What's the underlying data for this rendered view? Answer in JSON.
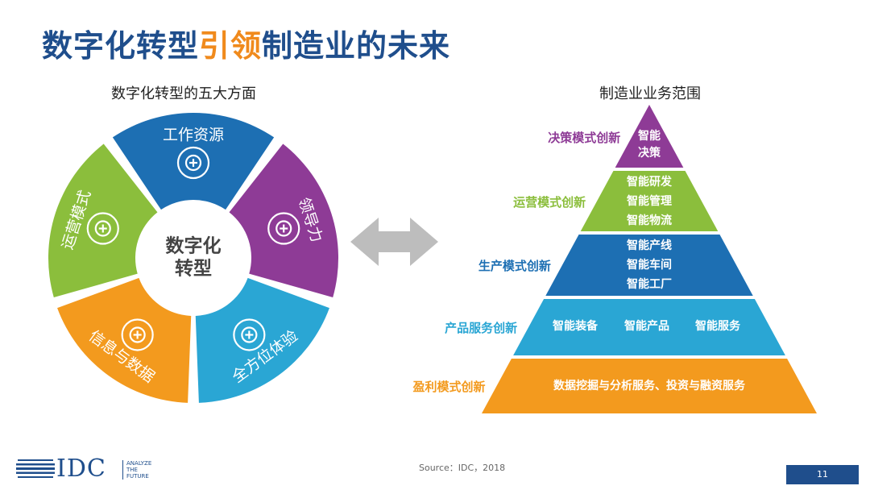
{
  "title": {
    "main": "数字化转型",
    "highlight": "引领",
    "rest": "制造业的未来"
  },
  "left": {
    "subtitle": "数字化转型的五大方面",
    "center_label": "数字化\n转型",
    "segments": [
      {
        "label": "工作资源",
        "color": "#1d6fb3",
        "icon": "resource-cycle-icon"
      },
      {
        "label": "领导力",
        "color": "#8e3b96",
        "icon": "leadership-podium-icon"
      },
      {
        "label": "全方位体验",
        "color": "#2aa6d4",
        "icon": "experience-bag-icon"
      },
      {
        "label": "信息与数据",
        "color": "#f39a1e",
        "icon": "data-cube-icon"
      },
      {
        "label": "运营模式",
        "color": "#8bbe3c",
        "icon": "operation-network-icon"
      }
    ]
  },
  "right": {
    "subtitle": "制造业业务范围",
    "levels": [
      {
        "label": "决策模式创新",
        "label_color": "#8e3b96",
        "color": "#8e3b96",
        "items": [
          "智能",
          "决策"
        ]
      },
      {
        "label": "运营模式创新",
        "label_color": "#8bbe3c",
        "color": "#8bbe3c",
        "items": [
          "智能研发",
          "智能管理",
          "智能物流"
        ]
      },
      {
        "label": "生产模式创新",
        "label_color": "#1d6fb3",
        "color": "#1d6fb3",
        "items": [
          "智能产线",
          "智能车间",
          "智能工厂"
        ]
      },
      {
        "label": "产品服务创新",
        "label_color": "#2aa6d4",
        "color": "#2aa6d4",
        "items": [
          "智能装备",
          "智能产品",
          "智能服务"
        ]
      },
      {
        "label": "盈利模式创新",
        "label_color": "#f39a1e",
        "color": "#f39a1e",
        "items": [
          "数据挖掘与分析服务、投资与融资服务"
        ]
      }
    ]
  },
  "footer": {
    "logo": "IDC",
    "tagline": [
      "ANALYZE",
      "THE",
      "FUTURE"
    ],
    "source": "Source：IDC，2018",
    "page_number": "11"
  }
}
